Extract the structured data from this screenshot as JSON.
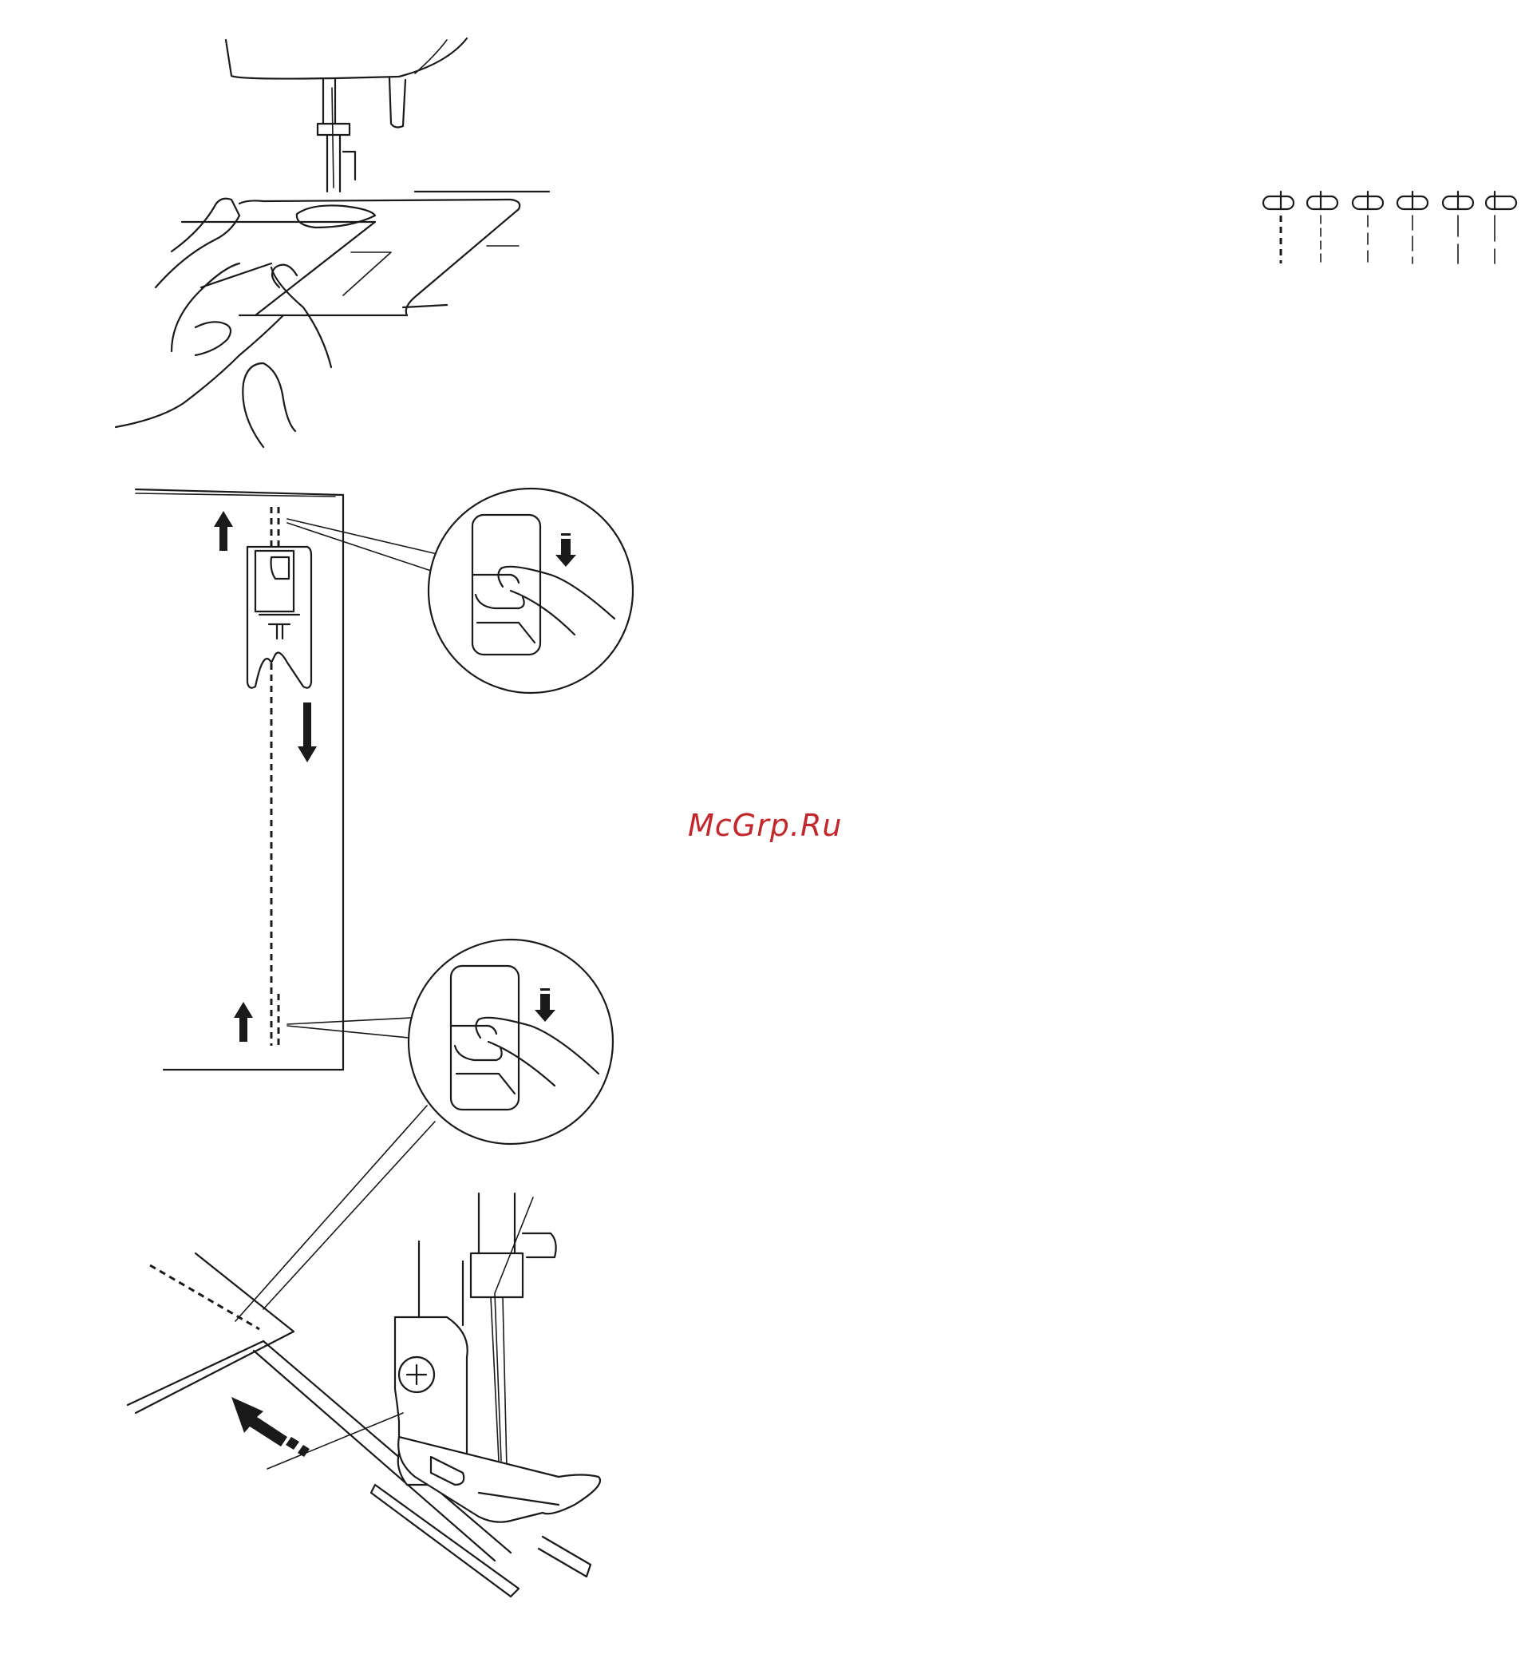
{
  "watermark": {
    "text": "McGrp.Ru",
    "color": "#c0282e"
  },
  "figures": {
    "guiding_fabric": {
      "icon": "hands-guiding-fabric-illustration"
    },
    "reverse_stitch_seam": {
      "icon": "reverse-stitch-seam-diagram"
    },
    "reverse_button_zoom_top": {
      "icon": "reverse-button-press-icon"
    },
    "reverse_button_zoom_bottom": {
      "icon": "reverse-button-press-icon"
    },
    "presser_foot_detail": {
      "icon": "presser-foot-reverse-illustration"
    },
    "stitch_length_symbols": {
      "icon": "stitch-length-symbols",
      "count": 6
    }
  }
}
